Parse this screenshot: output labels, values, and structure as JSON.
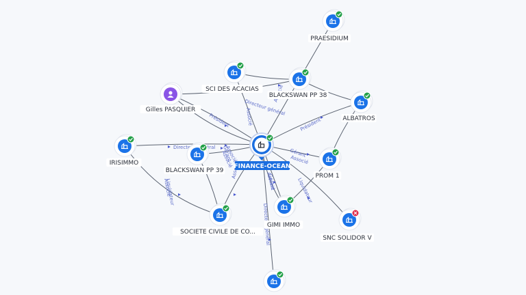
{
  "graph": {
    "center": {
      "label": "FINANCE-OCEAN",
      "status": "active",
      "icon": "building-icon"
    },
    "nodes": [
      {
        "id": "praesidium",
        "label": "PRAESIDIUM",
        "type": "company",
        "status": "active"
      },
      {
        "id": "sci-acacias",
        "label": "SCI DES ACACIAS",
        "type": "company",
        "status": "active"
      },
      {
        "id": "blackswan-38",
        "label": "BLACKSWAN PP 38",
        "type": "company",
        "status": "active"
      },
      {
        "id": "gilles",
        "label": "Gilles PASQUIER",
        "type": "person",
        "status": "none"
      },
      {
        "id": "albatros",
        "label": "ALBATROS",
        "type": "company",
        "status": "active"
      },
      {
        "id": "irisimmo",
        "label": "IRISIMMO",
        "type": "company",
        "status": "active"
      },
      {
        "id": "blackswan-39",
        "label": "BLACKSWAN PP 39",
        "type": "company",
        "status": "active"
      },
      {
        "id": "prom1",
        "label": "PROM 1",
        "type": "company",
        "status": "active"
      },
      {
        "id": "solidor",
        "label": "SNC SOLIDOR V",
        "type": "company",
        "status": "closed"
      },
      {
        "id": "gimi",
        "label": "GIMI IMMO",
        "type": "company",
        "status": "active"
      },
      {
        "id": "scdc",
        "label": "SOCIETE CIVILE DE CO...",
        "type": "company",
        "status": "active"
      },
      {
        "id": "bottom",
        "label": "",
        "type": "company",
        "status": "active"
      }
    ],
    "edge_labels": [
      "Directeur général",
      "Associé",
      "Associé",
      "Président",
      "Président",
      "Directeur général",
      "Gérant",
      "Associé",
      "Gérant",
      "Associé",
      "Associé",
      "Liquidateur",
      "Associé",
      "Gérant",
      "Associé",
      "Directeur général",
      "Liquidateur",
      "Associé"
    ]
  }
}
